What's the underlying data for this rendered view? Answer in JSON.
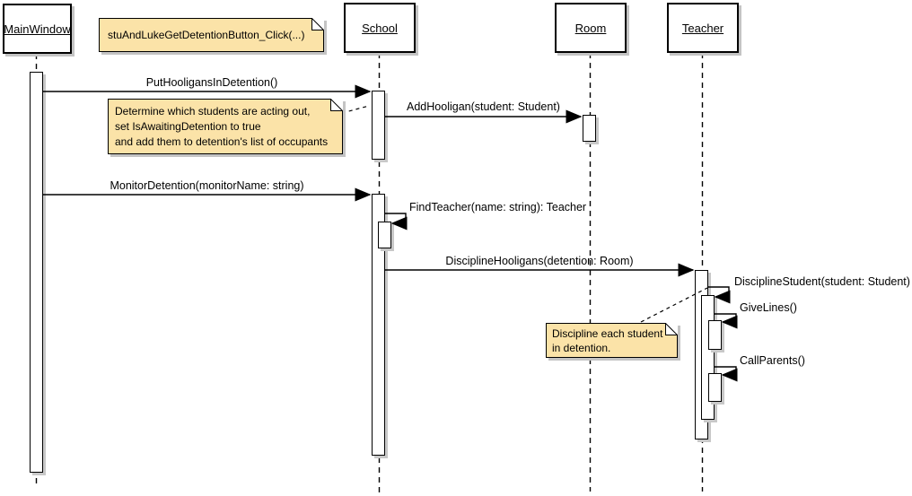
{
  "diagram": {
    "type": "uml-sequence-diagram",
    "participants": [
      {
        "label": "MainWindow"
      },
      {
        "label": "School"
      },
      {
        "label": "Room"
      },
      {
        "label": "Teacher"
      }
    ],
    "messages": [
      {
        "label": "PutHooligansInDetention()",
        "from": "MainWindow",
        "to": "School"
      },
      {
        "label": "AddHooligan(student: Student)",
        "from": "School",
        "to": "Room"
      },
      {
        "label": "MonitorDetention(monitorName: string)",
        "from": "MainWindow",
        "to": "School"
      },
      {
        "label": "FindTeacher(name: string): Teacher",
        "from": "School",
        "to": "School"
      },
      {
        "label": "DisciplineHooligans(detention: Room)",
        "from": "School",
        "to": "Teacher"
      },
      {
        "label": "DisciplineStudent(student: Student)",
        "from": "Teacher",
        "to": "Teacher"
      },
      {
        "label": "GiveLines()",
        "from": "Teacher",
        "to": "Teacher"
      },
      {
        "label": "CallParents()",
        "from": "Teacher",
        "to": "Teacher"
      }
    ],
    "notes": [
      {
        "text": "stuAndLukeGetDetentionButton_Click(...)"
      },
      {
        "text": "Determine which students are acting out,\nset IsAwaitingDetention to true\nand add them to detention's list of occupants"
      },
      {
        "text": "Discipline each student\nin detention."
      }
    ],
    "colors": {
      "note_background": "#FBE3A8",
      "shadow": "#C8C8C8",
      "line": "#000000",
      "background": "#FFFFFF"
    }
  }
}
